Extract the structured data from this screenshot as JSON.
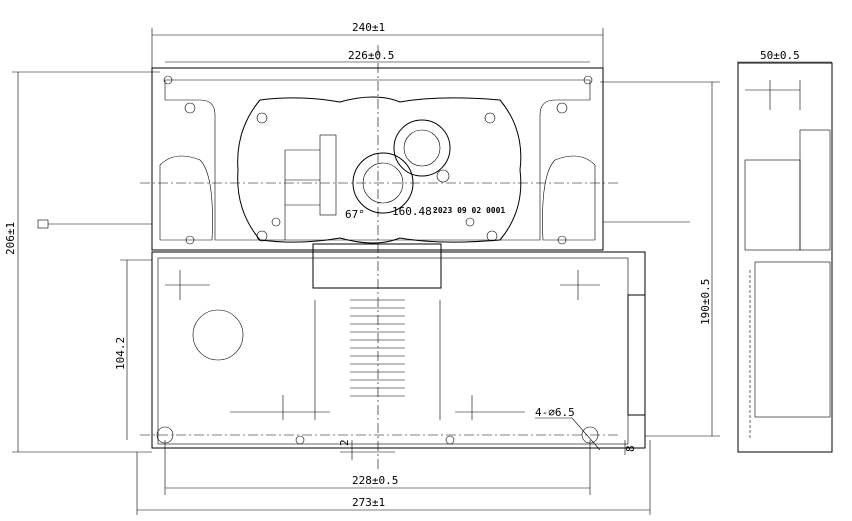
{
  "drawing": {
    "dimensions": {
      "overall_width": "240±1",
      "hole_spacing_top": "226±0.5",
      "side_depth": "50±0.5",
      "overall_height": "206±1",
      "body_height": "190±0.5",
      "lower_box_height": "104.2",
      "offset_small": "2",
      "offset_edge": "8",
      "hole_spacing_bottom": "228±0.5",
      "base_width": "273±1",
      "mounting_holes": "4-⌀6.5"
    },
    "annotations": {
      "angle_small": "67°",
      "angle_large": "160.48°",
      "serial": "2023 09 02 0001"
    }
  }
}
